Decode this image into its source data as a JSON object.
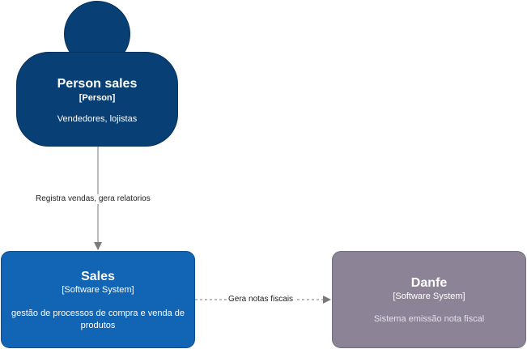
{
  "person": {
    "name": "Person sales",
    "stereotype": "[Person]",
    "description": "Vendedores, lojistas"
  },
  "sales": {
    "name": "Sales",
    "stereotype": "[Software System]",
    "description": "gestão de processos de compra e venda de produtos"
  },
  "danfe": {
    "name": "Danfe",
    "stereotype": "[Software System]",
    "description": "Sistema emissão nota fiscal"
  },
  "relations": {
    "person_to_sales": "Registra vendas, gera relatorios",
    "sales_to_danfe": "Gera notas fiscais"
  },
  "colors": {
    "person": "#083f75",
    "sales": "#1264b5",
    "danfe": "#8c8496",
    "connector": "#7a7a7a"
  }
}
